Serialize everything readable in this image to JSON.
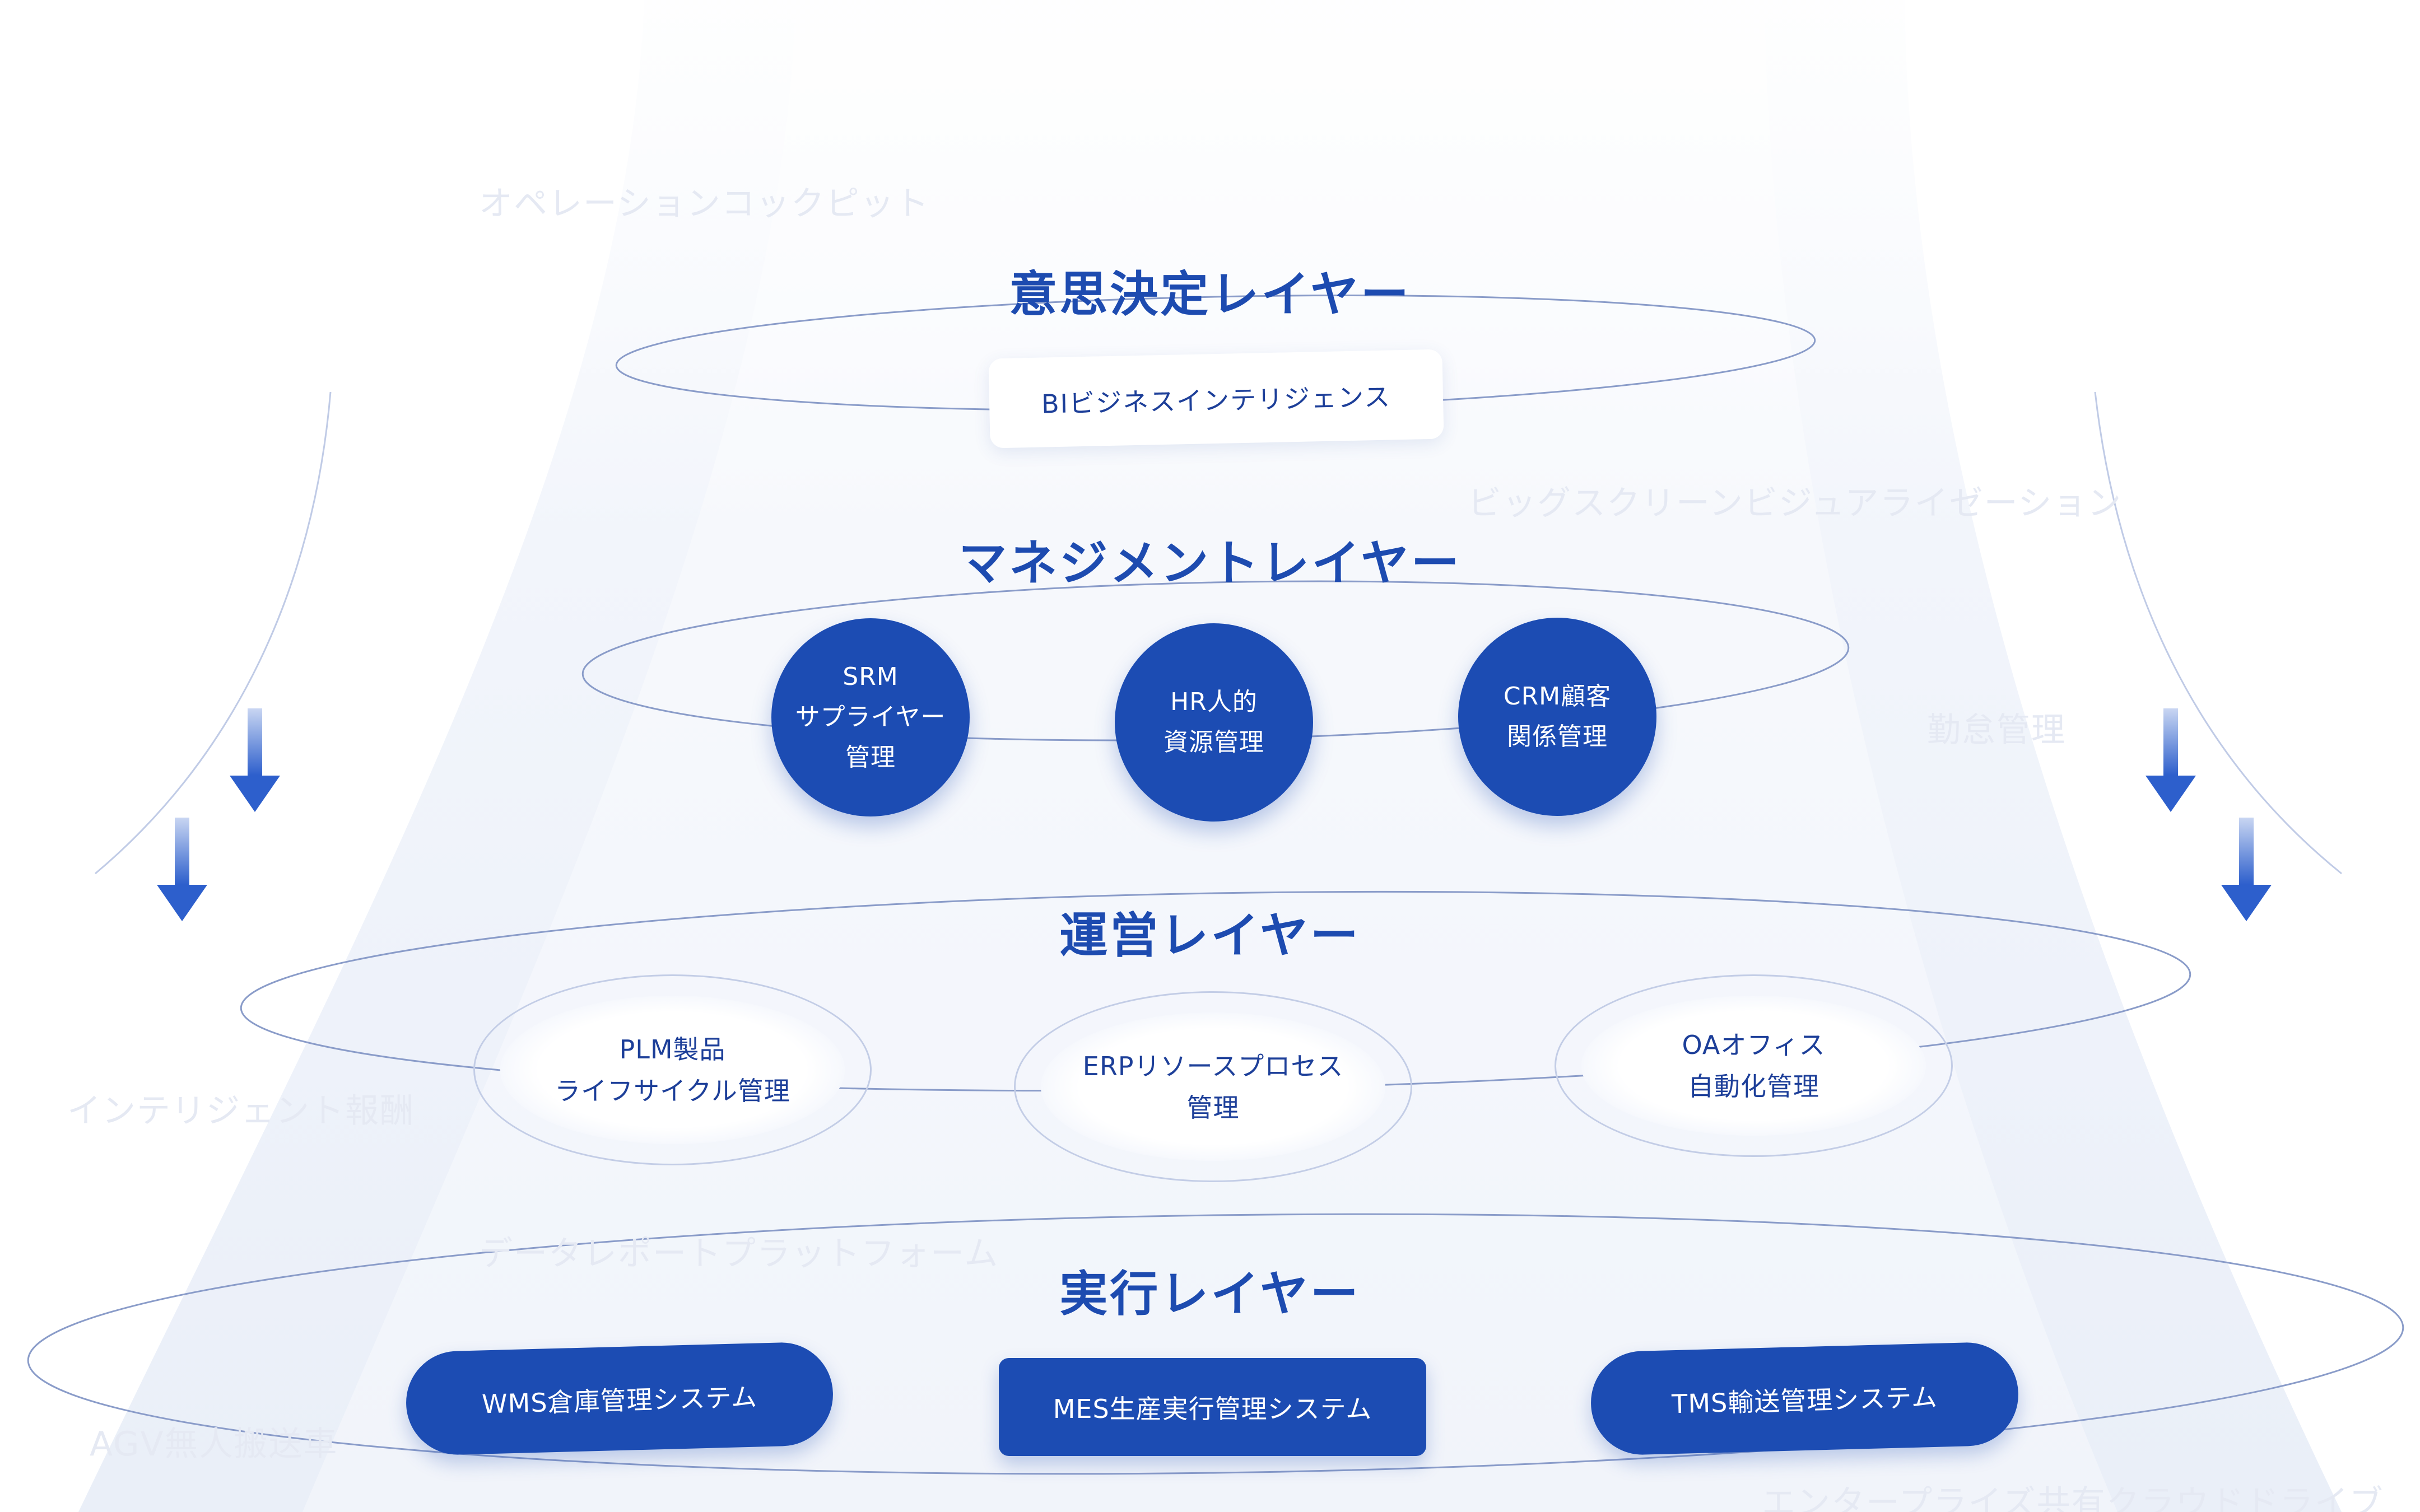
{
  "background_labels": [
    "オペレーションコックピット",
    "ビッグスクリーンビジュアライゼーション",
    "勤怠管理",
    "インテリジェント報酬",
    "データレポートプラットフォーム",
    "AGV無人搬送車",
    "エンタープライズ共有クラウドドライブ"
  ],
  "layers": {
    "decision": {
      "title": "意思決定レイヤー",
      "items": [
        "BIビジネスインテリジェンス"
      ]
    },
    "management": {
      "title": "マネジメントレイヤー",
      "items": [
        "SRM\nサプライヤー\n管理",
        "HR人的\n資源管理",
        "CRM顧客\n関係管理"
      ]
    },
    "operation": {
      "title": "運営レイヤー",
      "items": [
        "PLM製品\nライフサイクル管理",
        "ERPリソースプロセス\n管理",
        "OAオフィス\n自動化管理"
      ]
    },
    "execution": {
      "title": "実行レイヤー",
      "items": [
        "WMS倉庫管理システム",
        "MES生産実行管理システム",
        "TMS輸送管理システム"
      ]
    }
  },
  "colors": {
    "primary": "#1c4cb3",
    "title": "#1d4bb0",
    "faint_label": "#e5e9f3",
    "orbit_line": "#8a9cc9"
  },
  "icons": {
    "flow_arrow": "arrow-down-icon"
  }
}
